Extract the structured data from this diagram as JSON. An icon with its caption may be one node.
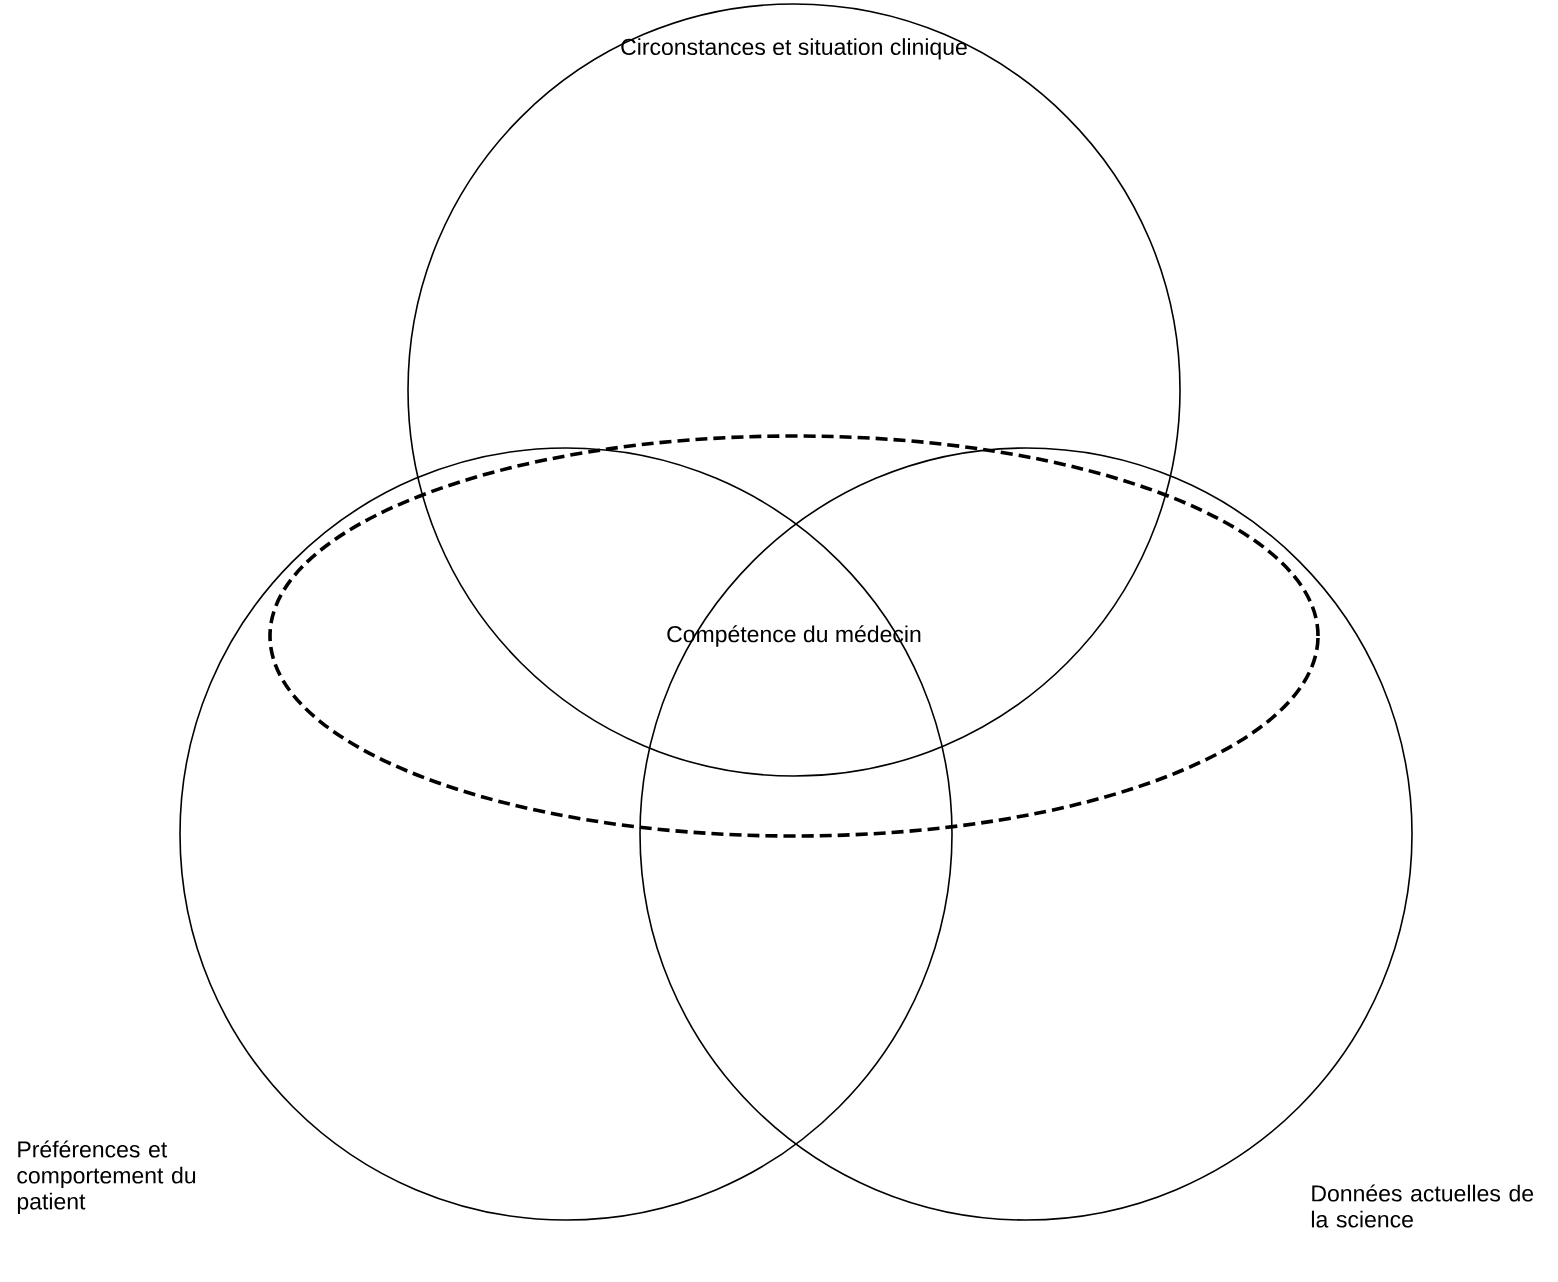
{
  "diagram": {
    "nodes": [
      {
        "text": [
          "Circonstances et situation clinique"
        ]
      },
      {
        "text": [
          "Préférences et comportement du patient"
        ]
      },
      {
        "text": [
          "Données actuelles de la science"
        ]
      },
      {
        "text": [
          "Compétence du médecin"
        ]
      }
    ]
  }
}
